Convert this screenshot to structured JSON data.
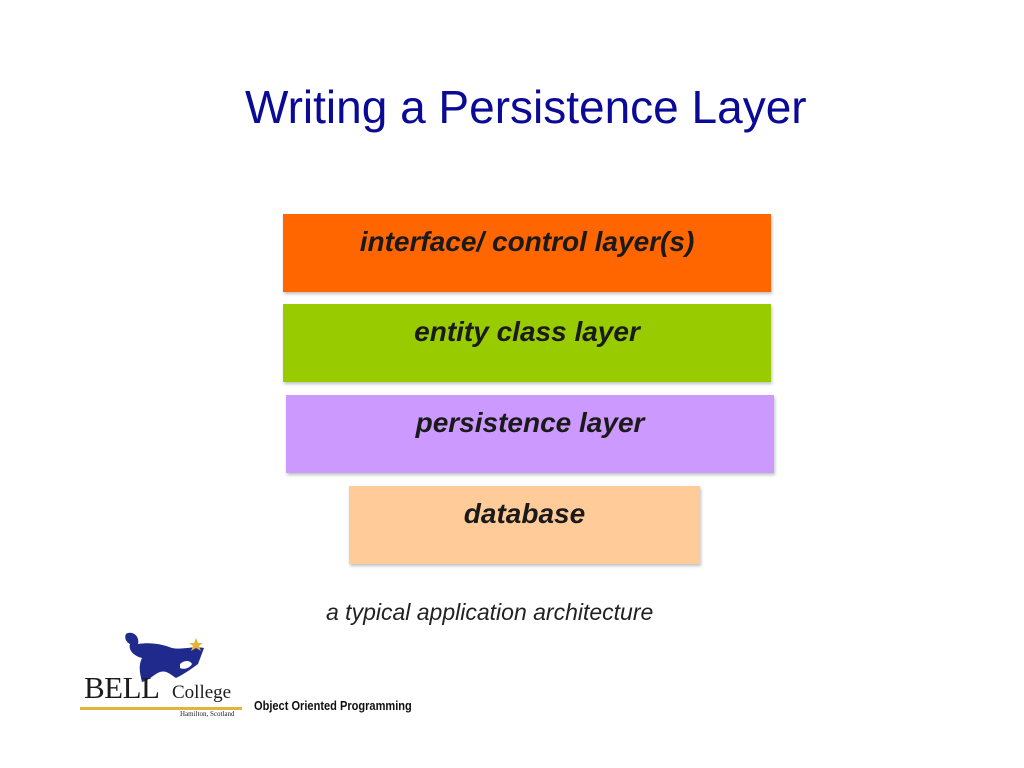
{
  "slide": {
    "title": "Writing a Persistence Layer",
    "caption": "a typical application architecture",
    "footer": "Object Oriented Programming"
  },
  "layers": [
    {
      "label": "interface/ control layer(s)",
      "color": "#ff6600"
    },
    {
      "label": "entity class layer",
      "color": "#99cc00"
    },
    {
      "label": "persistence layer",
      "color": "#cc99ff"
    },
    {
      "label": "database",
      "color": "#ffcc99"
    }
  ],
  "logo": {
    "name": "BELL",
    "sub": "College",
    "location": "Hamilton, Scotland",
    "flag_icon": "flag-icon",
    "brand_color": "#1f2a8c",
    "rule_color": "#e3b43a"
  }
}
